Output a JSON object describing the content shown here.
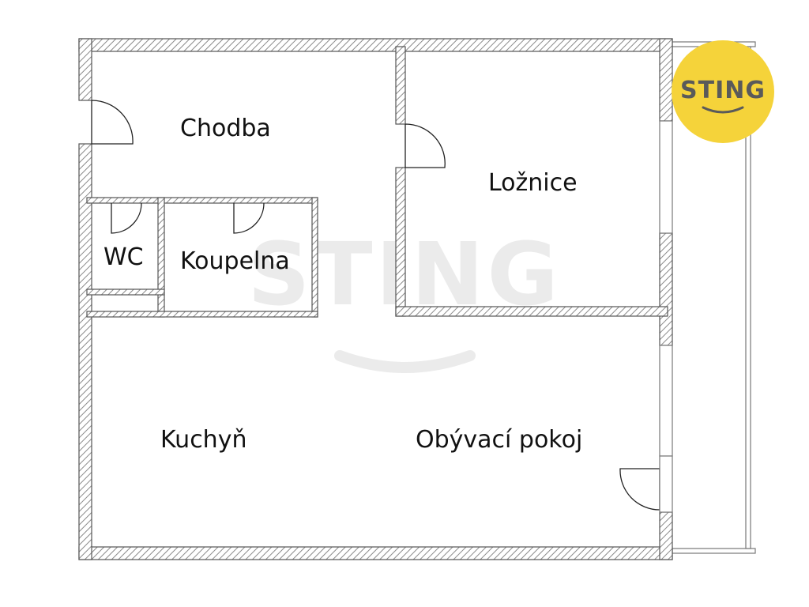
{
  "plan": {
    "rooms": {
      "chodba": "Chodba",
      "loznice": "Ložnice",
      "wc": "WC",
      "koupelna": "Koupelna",
      "kuchyn": "Kuchyň",
      "obyvaci": "Obývací pokoj"
    }
  },
  "logo": {
    "text": "STING",
    "color": "#f5d33a",
    "icon": "smile-icon"
  },
  "watermark": {
    "text": "STING"
  },
  "colors": {
    "wall_hatch": "#8a8a8a",
    "wall_outline": "#555555",
    "logo_circle": "#f5d33a",
    "logo_text": "#5a5a5a"
  }
}
